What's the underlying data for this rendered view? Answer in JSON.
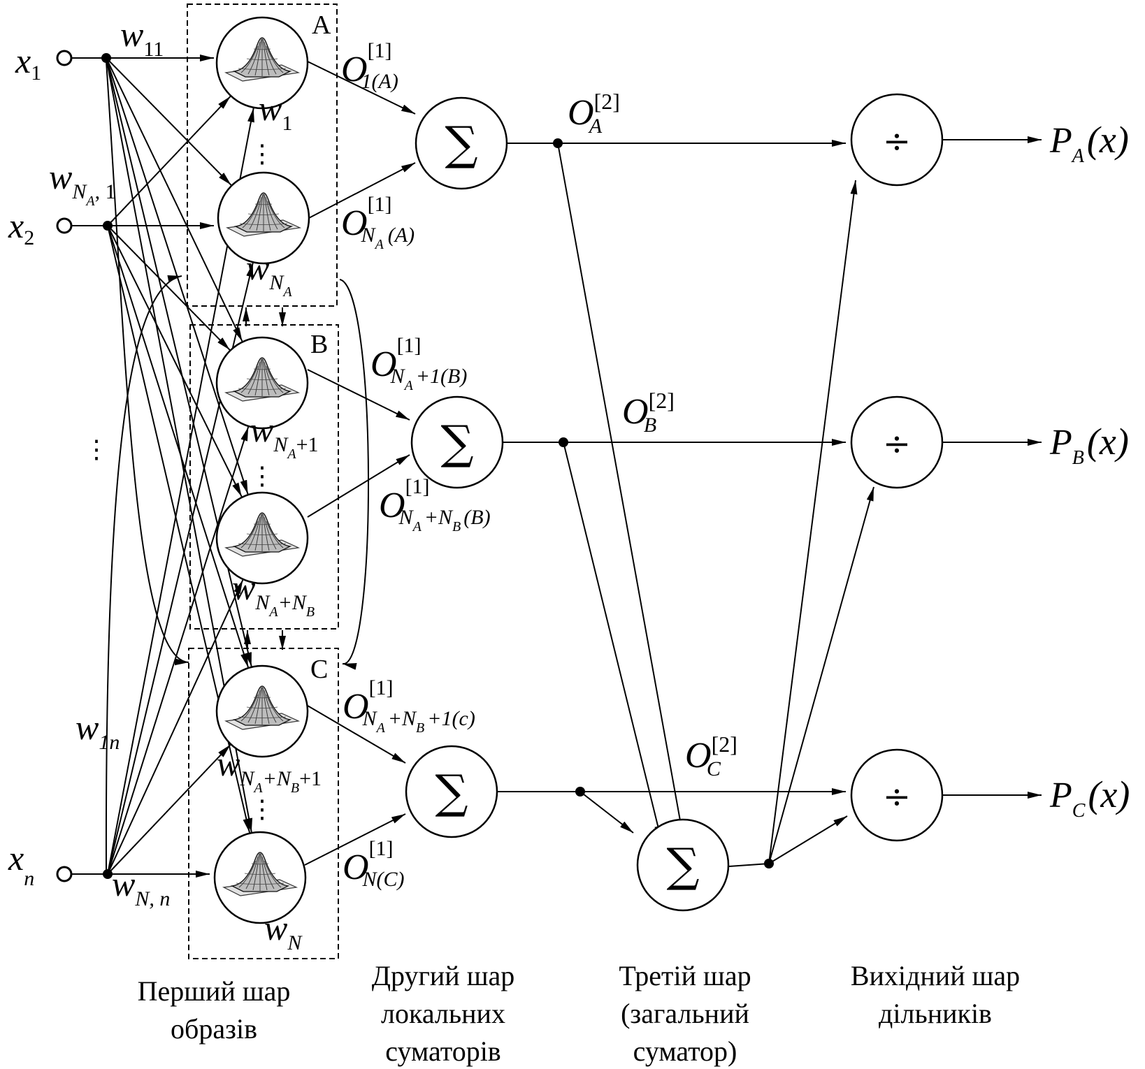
{
  "inputs": [
    {
      "main": "x",
      "sub": "1"
    },
    {
      "main": "x",
      "sub": "2"
    },
    {
      "main": "x",
      "sub": "n"
    }
  ],
  "input_dots": "⋮",
  "weights": {
    "w11": {
      "main": "w",
      "sub": "11"
    },
    "wNA1": {
      "main": "w",
      "sub": "N",
      "subsub": "A",
      "tail": ", 1"
    },
    "w1n": {
      "main": "w",
      "sub": "1n"
    },
    "wNn": {
      "main": "w",
      "sub": "N, n"
    }
  },
  "groups": [
    {
      "letter": "A"
    },
    {
      "letter": "B"
    },
    {
      "letter": "C"
    }
  ],
  "kernel_labels": {
    "w1": {
      "main": "w",
      "sub": "1"
    },
    "wNA": {
      "main": "w",
      "sub": "N",
      "subsub": "A"
    },
    "wNA1": {
      "main": "w",
      "sub": "N",
      "subsub": "A",
      "tail": "+1"
    },
    "wNANB": {
      "main": "w",
      "sub": "N",
      "subsub": "A",
      "tail": "+N",
      "subsub2": "B"
    },
    "wNANB1": {
      "main": "w",
      "sub": "N",
      "subsub": "A",
      "tail": "+N",
      "subsub2": "B",
      "tail2": "+1"
    },
    "wN": {
      "main": "w",
      "sub": "N"
    }
  },
  "layer1_outputs": {
    "o1A": {
      "main": "O",
      "sup": "[1]",
      "sub": "1(A)"
    },
    "oNAA": {
      "main": "O",
      "sup": "[1]",
      "sub": "N",
      "subsub": "A",
      "tail": "(A)"
    },
    "oNA1B": {
      "main": "O",
      "sup": "[1]",
      "sub": "N",
      "subsub": "A",
      "tail": "+1(B)"
    },
    "oNANBB": {
      "main": "O",
      "sup": "[1]",
      "sub": "N",
      "subsub": "A",
      "tail": "+N",
      "subsub2": "B",
      "tail2": "(B)"
    },
    "oNANB1C": {
      "main": "O",
      "sup": "[1]",
      "sub": "N",
      "subsub": "A",
      "tail": "+N",
      "subsub2": "B",
      "tail2": "+1(c)"
    },
    "oNC": {
      "main": "O",
      "sup": "[1]",
      "sub": "N(C)"
    }
  },
  "layer2_outputs": [
    {
      "main": "O",
      "sup": "[2]",
      "sub": "A"
    },
    {
      "main": "O",
      "sup": "[2]",
      "sub": "B"
    },
    {
      "main": "O",
      "sup": "[2]",
      "sub": "C"
    }
  ],
  "sum_symbol": "∑",
  "div_symbol": "÷",
  "outputs": [
    {
      "main": "P",
      "sub": "A",
      "arg": "(x)"
    },
    {
      "main": "P",
      "sub": "B",
      "arg": "(x)"
    },
    {
      "main": "P",
      "sub": "C",
      "arg": "(x)"
    }
  ],
  "captions": {
    "layer1": [
      "Перший шар",
      "образів"
    ],
    "layer2": [
      "Другий шар",
      "локальних",
      "суматорів"
    ],
    "layer3": [
      "Третій шар",
      "(загальний",
      "суматор)"
    ],
    "layer4": [
      "Вихідний шар",
      "дільників"
    ]
  }
}
